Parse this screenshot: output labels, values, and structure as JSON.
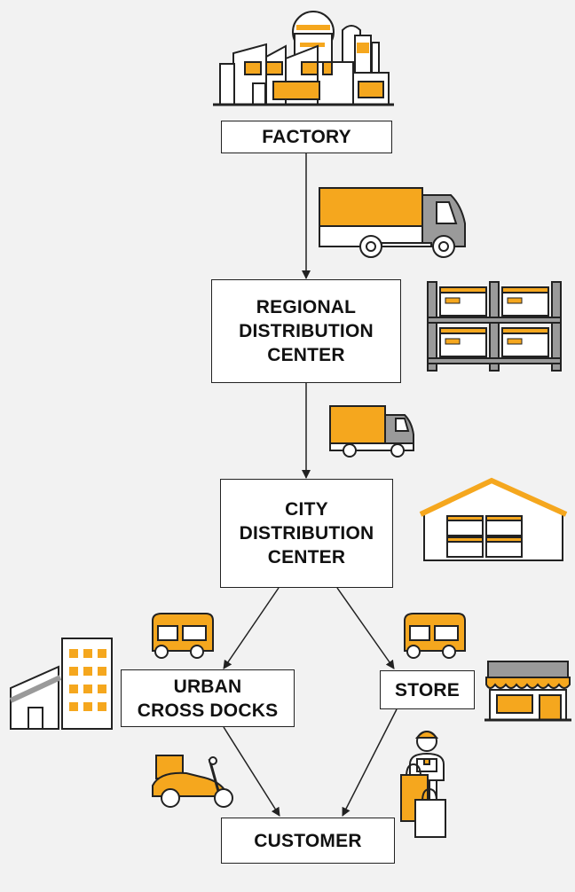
{
  "colors": {
    "accent": "#f5a71e",
    "line": "#222222",
    "background": "#f2f2f2",
    "box": "#ffffff",
    "metal": "#9a9a9a"
  },
  "nodes": {
    "factory": "FACTORY",
    "regional": "REGIONAL\nDISTRIBUTION\nCENTER",
    "city": "CITY\nDISTRIBUTION\nCENTER",
    "urban": "URBAN\nCROSS DOCKS",
    "store": "STORE",
    "customer": "CUSTOMER"
  },
  "icons": [
    "factory-icon",
    "large-truck-icon",
    "warehouse-rack-icon",
    "small-truck-icon",
    "city-warehouse-icon",
    "tuk-tuk-icon",
    "building-icon",
    "storefront-icon",
    "scooter-icon",
    "delivery-person-icon",
    "shopping-bags-icon"
  ]
}
